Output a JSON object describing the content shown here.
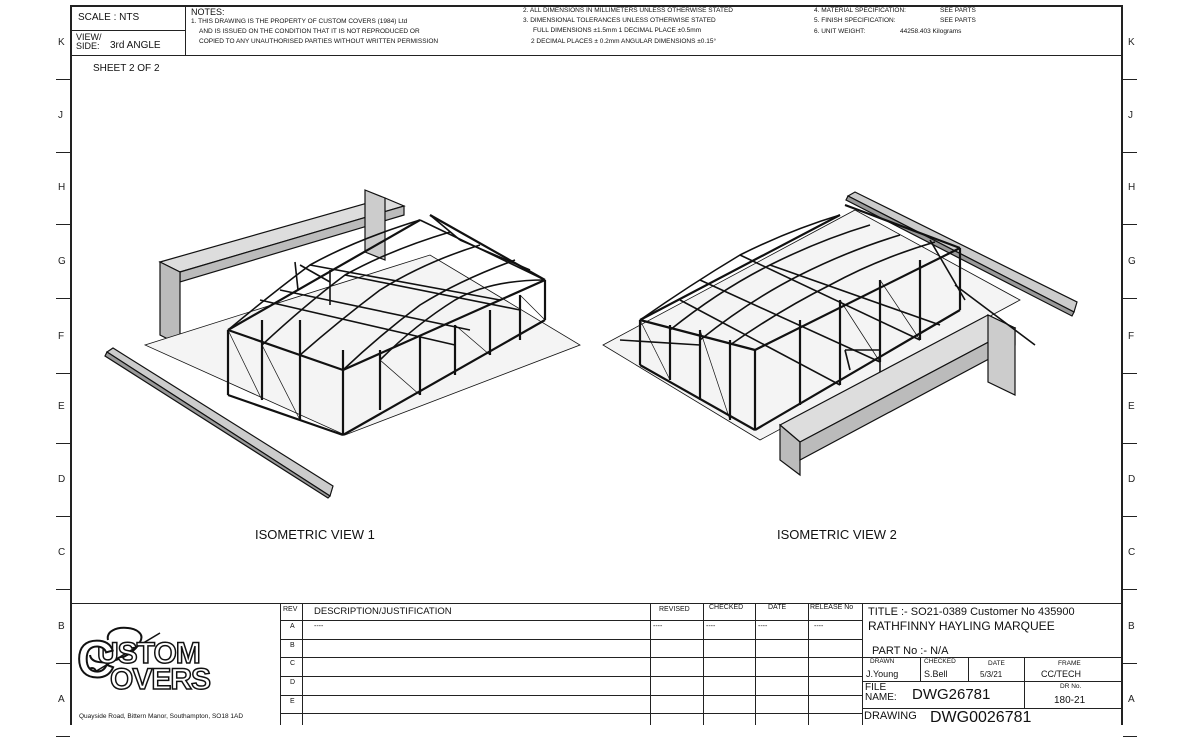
{
  "zones_left": [
    "K",
    "J",
    "H",
    "G",
    "F",
    "E",
    "D",
    "C",
    "B",
    "A"
  ],
  "zones_right": [
    "K",
    "J",
    "H",
    "G",
    "F",
    "E",
    "D",
    "C",
    "B",
    "A"
  ],
  "header": {
    "scale": "SCALE : NTS",
    "view_side_label": "VIEW/\nSIDE:",
    "view_side_value": "3rd ANGLE",
    "notes_title": "NOTES:",
    "notes": [
      "1. THIS DRAWING IS THE PROPERTY OF CUSTOM COVERS (1984) Ltd",
      "AND IS ISSUED ON THE CONDITION THAT IT IS NOT REPRODUCED OR",
      "COPIED TO ANY UNAUTHORISED PARTIES WITHOUT WRITTEN PERMISSION"
    ],
    "dims": [
      "2. ALL DIMENSIONS IN MILLIMETERS UNLESS OTHERWISE STATED",
      "3. DIMENSIONAL TOLERANCES UNLESS OTHERWISE STATED",
      "FULL DIMENSIONS ±1.5mm 1 DECIMAL PLACE ±0.5mm",
      "2 DECIMAL PLACES ± 0.2mm ANGULAR DIMENSIONS ±0.15°"
    ],
    "specs": [
      {
        "label": "4. MATERIAL SPECIFICATION:",
        "value": "SEE PARTS"
      },
      {
        "label": "5. FINISH SPECIFICATION:",
        "value": "SEE PARTS"
      },
      {
        "label": "6. UNIT WEIGHT:",
        "value": "44258.403 Kilograms"
      }
    ]
  },
  "sheet_label": "SHEET 2 OF 2",
  "view1_label": "ISOMETRIC VIEW 1",
  "view2_label": "ISOMETRIC VIEW 2",
  "revisions": {
    "headers": {
      "rev": "REV",
      "desc": "DESCRIPTION/JUSTIFICATION",
      "revised": "REVISED",
      "checked": "CHECKED",
      "date": "DATE",
      "release": "RELEASE No"
    },
    "rows": [
      {
        "rev": "A",
        "desc": "----",
        "revised": "----",
        "checked": "----",
        "date": "----",
        "release": "----"
      },
      {
        "rev": "B",
        "desc": "",
        "revised": "",
        "checked": "",
        "date": "",
        "release": ""
      },
      {
        "rev": "C",
        "desc": "",
        "revised": "",
        "checked": "",
        "date": "",
        "release": ""
      },
      {
        "rev": "D",
        "desc": "",
        "revised": "",
        "checked": "",
        "date": "",
        "release": ""
      },
      {
        "rev": "E",
        "desc": "",
        "revised": "",
        "checked": "",
        "date": "",
        "release": ""
      }
    ]
  },
  "company": {
    "logo_text_line1": "USTOM",
    "logo_text_line2": "OVERS",
    "address": "Quayside Road, Bittern Manor, Southampton, SO18 1AD"
  },
  "title_block": {
    "title_line1": "TITLE :- SO21-0389 Customer No 435900",
    "title_line2": "RATHFINNY HAYLING MARQUEE",
    "part_no": "PART No :- N/A",
    "drawn_label": "DRAWN",
    "drawn_value": "J.Young",
    "checked_label": "CHECKED",
    "checked_value": "S.Bell",
    "date_label": "DATE",
    "date_value": "5/3/21",
    "frame_label": "FRAME",
    "frame_value": "CC/TECH",
    "file_label": "FILE\nNAME:",
    "file_value": "DWG26781",
    "dr_label": "DR No.",
    "dr_value": "180-21",
    "drawing_label": "DRAWING",
    "drawing_value": "DWG0026781"
  }
}
